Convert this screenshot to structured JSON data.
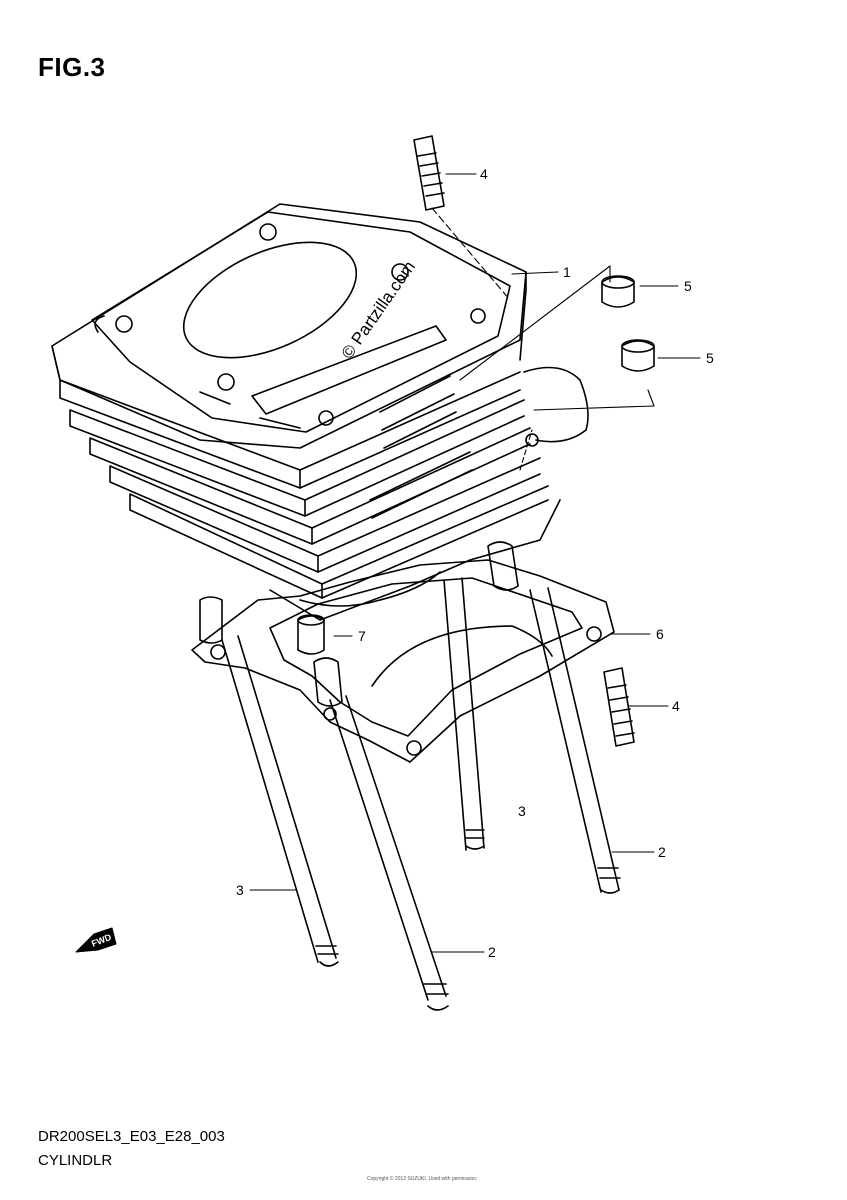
{
  "figure": {
    "title": "FIG.3",
    "watermark": "© Partzilla.com",
    "fwd_label": "FWD"
  },
  "callouts": [
    {
      "id": "c1",
      "label": "1"
    },
    {
      "id": "c2a",
      "label": "2"
    },
    {
      "id": "c2b",
      "label": "2"
    },
    {
      "id": "c3a",
      "label": "3"
    },
    {
      "id": "c3b",
      "label": "3"
    },
    {
      "id": "c4a",
      "label": "4"
    },
    {
      "id": "c4b",
      "label": "4"
    },
    {
      "id": "c5a",
      "label": "5"
    },
    {
      "id": "c5b",
      "label": "5"
    },
    {
      "id": "c6",
      "label": "6"
    },
    {
      "id": "c7",
      "label": "7"
    }
  ],
  "footer": {
    "code": "DR200SEL3_E03_E28_003",
    "name": "CYLINDLR",
    "fine_print": "Copyright © 2012 SUZUKI. Used with permission."
  }
}
